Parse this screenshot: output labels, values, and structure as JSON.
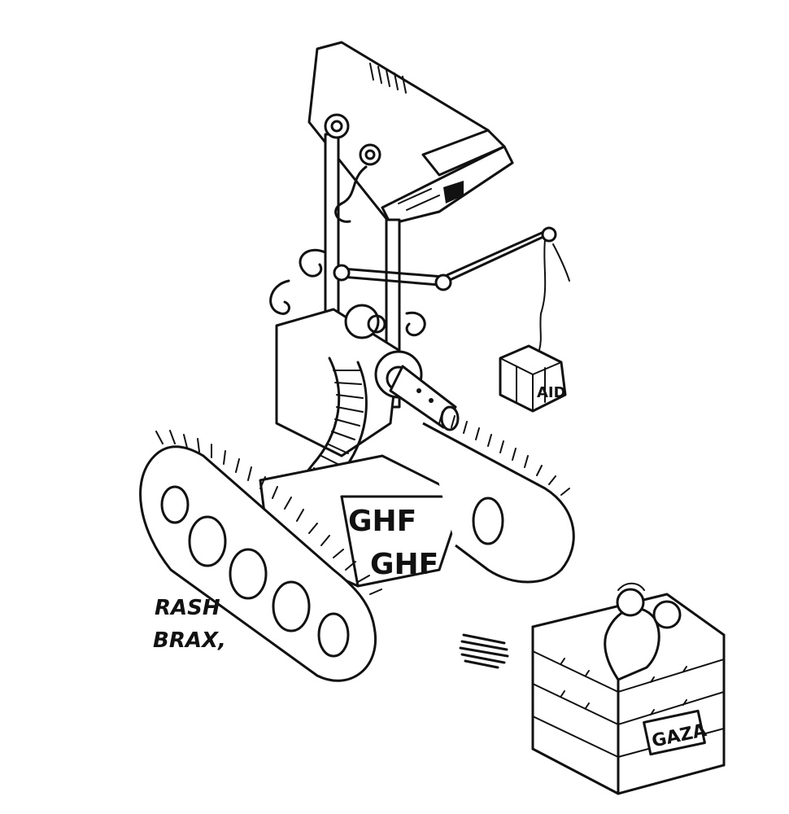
{
  "labels": {
    "aid_box": "AID",
    "ghf_top": "GHF",
    "ghf_front": "GHF",
    "gaza_sign": "GAZA"
  },
  "signature": {
    "line1": "RASH",
    "line2": "BRAX,"
  },
  "colors": {
    "ink": "#111111",
    "paper": "#ffffff"
  }
}
